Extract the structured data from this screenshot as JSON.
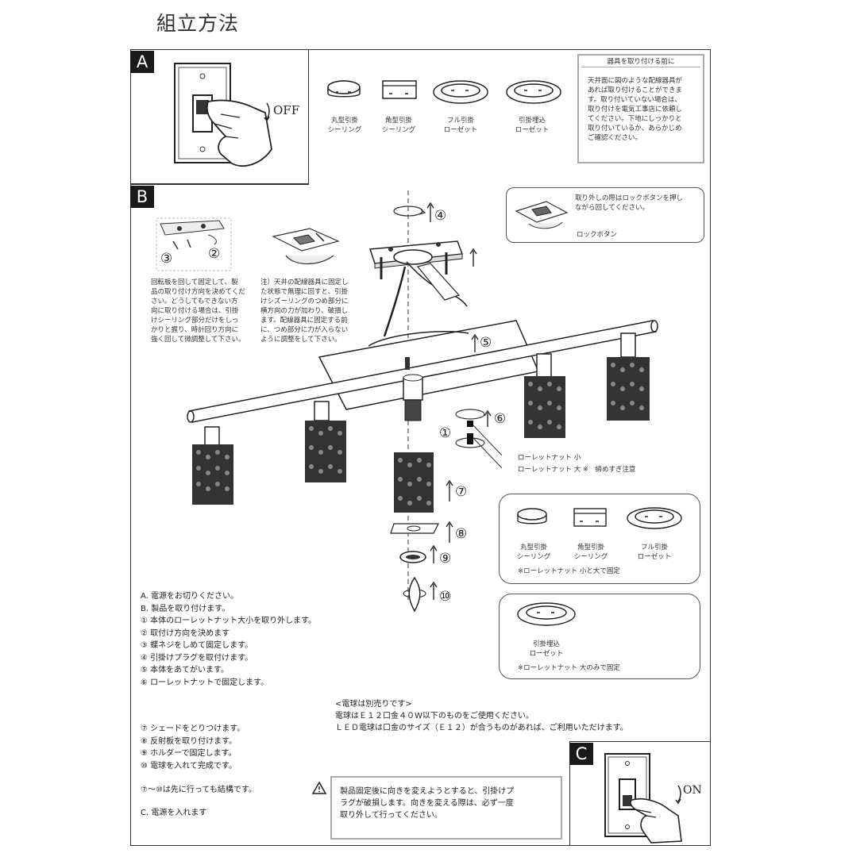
{
  "title": "組立方法",
  "sections": {
    "a": "A",
    "b": "B",
    "c": "C"
  },
  "switch_off_label": "OFF",
  "switch_on_label": "ON",
  "ceiling_types_top": [
    {
      "line1": "丸型引掛",
      "line2": "シーリング"
    },
    {
      "line1": "角型引掛",
      "line2": "シーリング"
    },
    {
      "line1": "フル引掛",
      "line2": "ローゼット"
    },
    {
      "line1": "引掛埋込",
      "line2": "ローゼット"
    }
  ],
  "note_box": {
    "heading": "器具を取り付ける前に",
    "lines": [
      "天井面に図のような配線器具が",
      "あれば取り付けることができま",
      "す。取り付いていない場合は、",
      "取り付けを電気工事店に依頼し",
      "てください。下地にしっかりと",
      "取り付いているか、あらかじめ",
      "ご確認ください。"
    ]
  },
  "lock_note": {
    "lines": [
      "取り外しの際はロックボタンを押し",
      "ながら回してください。"
    ],
    "label": "ロックボタン"
  },
  "small_fig_steps": {
    "s3": "③",
    "s2": "②"
  },
  "caption_left": [
    "回転板を回して固定して、製",
    "品の取り付け方向を決めてくだ",
    "さい。どうしてもできない方",
    "向に取り付ける場合は、引掛",
    "けシーリング部分だけをしっ",
    "かりと握り、時計回り方向に",
    "強く回して微調整して下さい。"
  ],
  "caption_mid": [
    "注）天井の配線器具に固定し",
    "た状態で無理に回すと、引掛",
    "けシズーリングのつめ部分に",
    "横方向の力が加わり、破損し",
    "ます。配線器具に固定する前",
    "に、つめ部分に力が入らない",
    "ように調整をして下さい。"
  ],
  "step_markers": {
    "s1": "①",
    "s4": "④",
    "s5": "⑤",
    "s6": "⑥",
    "s7": "⑦",
    "s8": "⑧",
    "s9": "⑨",
    "s10": "⑩"
  },
  "nut_labels": [
    "ローレットナット 小",
    "ローレットナット 大 ※　締めすぎ注意"
  ],
  "ceiling_types_right": [
    {
      "line1": "丸型引掛",
      "line2": "シーリング"
    },
    {
      "line1": "角型引掛",
      "line2": "シーリング"
    },
    {
      "line1": "フル引掛",
      "line2": "ローゼット"
    }
  ],
  "right_note1": "※ローレットナット 小と大で固定",
  "embedded_type": {
    "line1": "引掛埋込",
    "line2": "ローゼット"
  },
  "right_note2": "※ローレットナット 大のみで固定",
  "instructions": [
    "A. 電源をお切りください。",
    "B. 製品を取り付けます。",
    "① 本体のローレットナット大小を取り外します。",
    "② 取付け方向を決めます",
    "③ 蝶ネジをしめて固定します。",
    "④ 引掛けプラグを取付けます。",
    "⑤ 本体をあてがいます。",
    "⑥ ローレットナットで固定します。"
  ],
  "bulb_note": [
    "<電球は別売りです>",
    "電球はＥ１２口金４０W以下のものをご使用ください。",
    "ＬＥＤ電球は口金のサイズ（Ｅ１２）が合うものがあれば、ご利用いただけます。"
  ],
  "instructions2": [
    "⑦ シェードをとりつけます。",
    "⑧ 反射板を取り付けます。",
    "⑨ ホルダーで固定します。",
    "⑩ 電球を入れて完成です。"
  ],
  "order_note": "⑦〜⑩は先に行っても結構です。",
  "power_note": "C. 電源を入れます",
  "warning_icon": "warning-triangle-icon",
  "warning_text": [
    "製品固定後に向きを変えようとすると、引掛けプ",
    "ラグが破損します。向きを変える際は、必ず一度",
    "取り外して行ってください。"
  ]
}
